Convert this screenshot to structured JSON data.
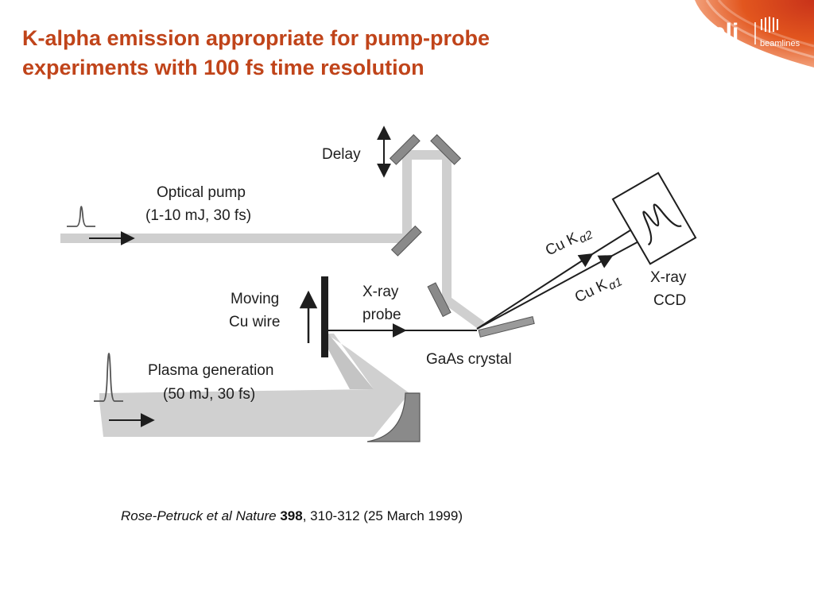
{
  "title": {
    "line1": "K-alpha emission appropriate for pump-probe",
    "line2": "experiments with 100 fs time resolution"
  },
  "logo": {
    "mark": "eli",
    "sub": "beamlines",
    "accent_color": "#e05a1c"
  },
  "diagram": {
    "labels": {
      "delay": "Delay",
      "optical_pump_1": "Optical pump",
      "optical_pump_2": "(1-10 mJ, 30 fs)",
      "moving_1": "Moving",
      "moving_2": "Cu wire",
      "xray_probe_1": "X-ray",
      "xray_probe_2": "probe",
      "plasma_1": "Plasma generation",
      "plasma_2": "(50 mJ, 30 fs)",
      "gaas": "GaAs crystal",
      "cu_ka2_main": "Cu K",
      "cu_ka2_sub": "α2",
      "cu_ka1_main": "Cu K",
      "cu_ka1_sub": "α1",
      "xray_ccd_1": "X-ray",
      "xray_ccd_2": "CCD"
    },
    "colors": {
      "beam": "#cfcfcf",
      "mirror": "#8a8a8a",
      "line": "#1e1e1e"
    }
  },
  "citation": {
    "authors": "Rose-Petruck et al",
    "journal": "Nature",
    "volume": "398",
    "rest": ", 310-312 (25 March 1999)"
  }
}
